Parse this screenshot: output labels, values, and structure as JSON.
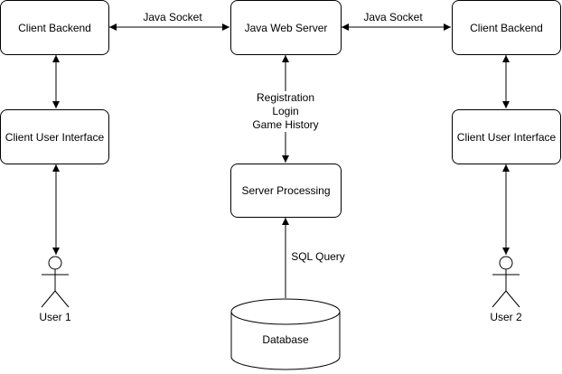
{
  "nodes": {
    "client_backend_left": "Client Backend",
    "java_web_server": "Java Web Server",
    "client_backend_right": "Client Backend",
    "client_ui_left": "Client User Interface",
    "client_ui_right": "Client User Interface",
    "server_processing": "Server Processing",
    "database": "Database",
    "user1": "User 1",
    "user2": "User 2"
  },
  "edges": {
    "socket_left": "Java Socket",
    "socket_right": "Java Socket",
    "server_calls": [
      "Registration",
      "Login",
      "Game History"
    ],
    "sql": "SQL Query"
  }
}
